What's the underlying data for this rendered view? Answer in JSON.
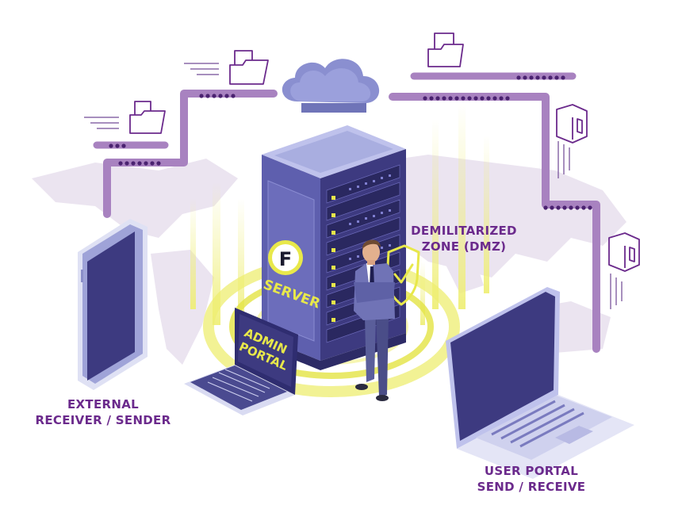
{
  "labels": {
    "external": {
      "line1": "EXTERNAL",
      "line2": "RECEIVER / SENDER"
    },
    "dmz": {
      "line1": "DEMILITARIZED",
      "line2": "ZONE (DMZ)"
    },
    "user": {
      "line1": "USER PORTAL",
      "line2": "SEND / RECEIVE"
    }
  },
  "server": {
    "logo_letter": "F",
    "label": "SERVER"
  },
  "admin": {
    "line1": "ADMIN",
    "line2": "PORTAL"
  },
  "colors": {
    "purple": "#6b2a8c",
    "line_purple": "#a882c0",
    "yellow": "#e8e84a",
    "device_dark": "#3d3a80",
    "map": "#e9e2ee"
  },
  "icons": [
    "folder-icon",
    "document-icon",
    "file-stack-icon",
    "cloud-icon",
    "shield-check-icon",
    "person-icon"
  ]
}
